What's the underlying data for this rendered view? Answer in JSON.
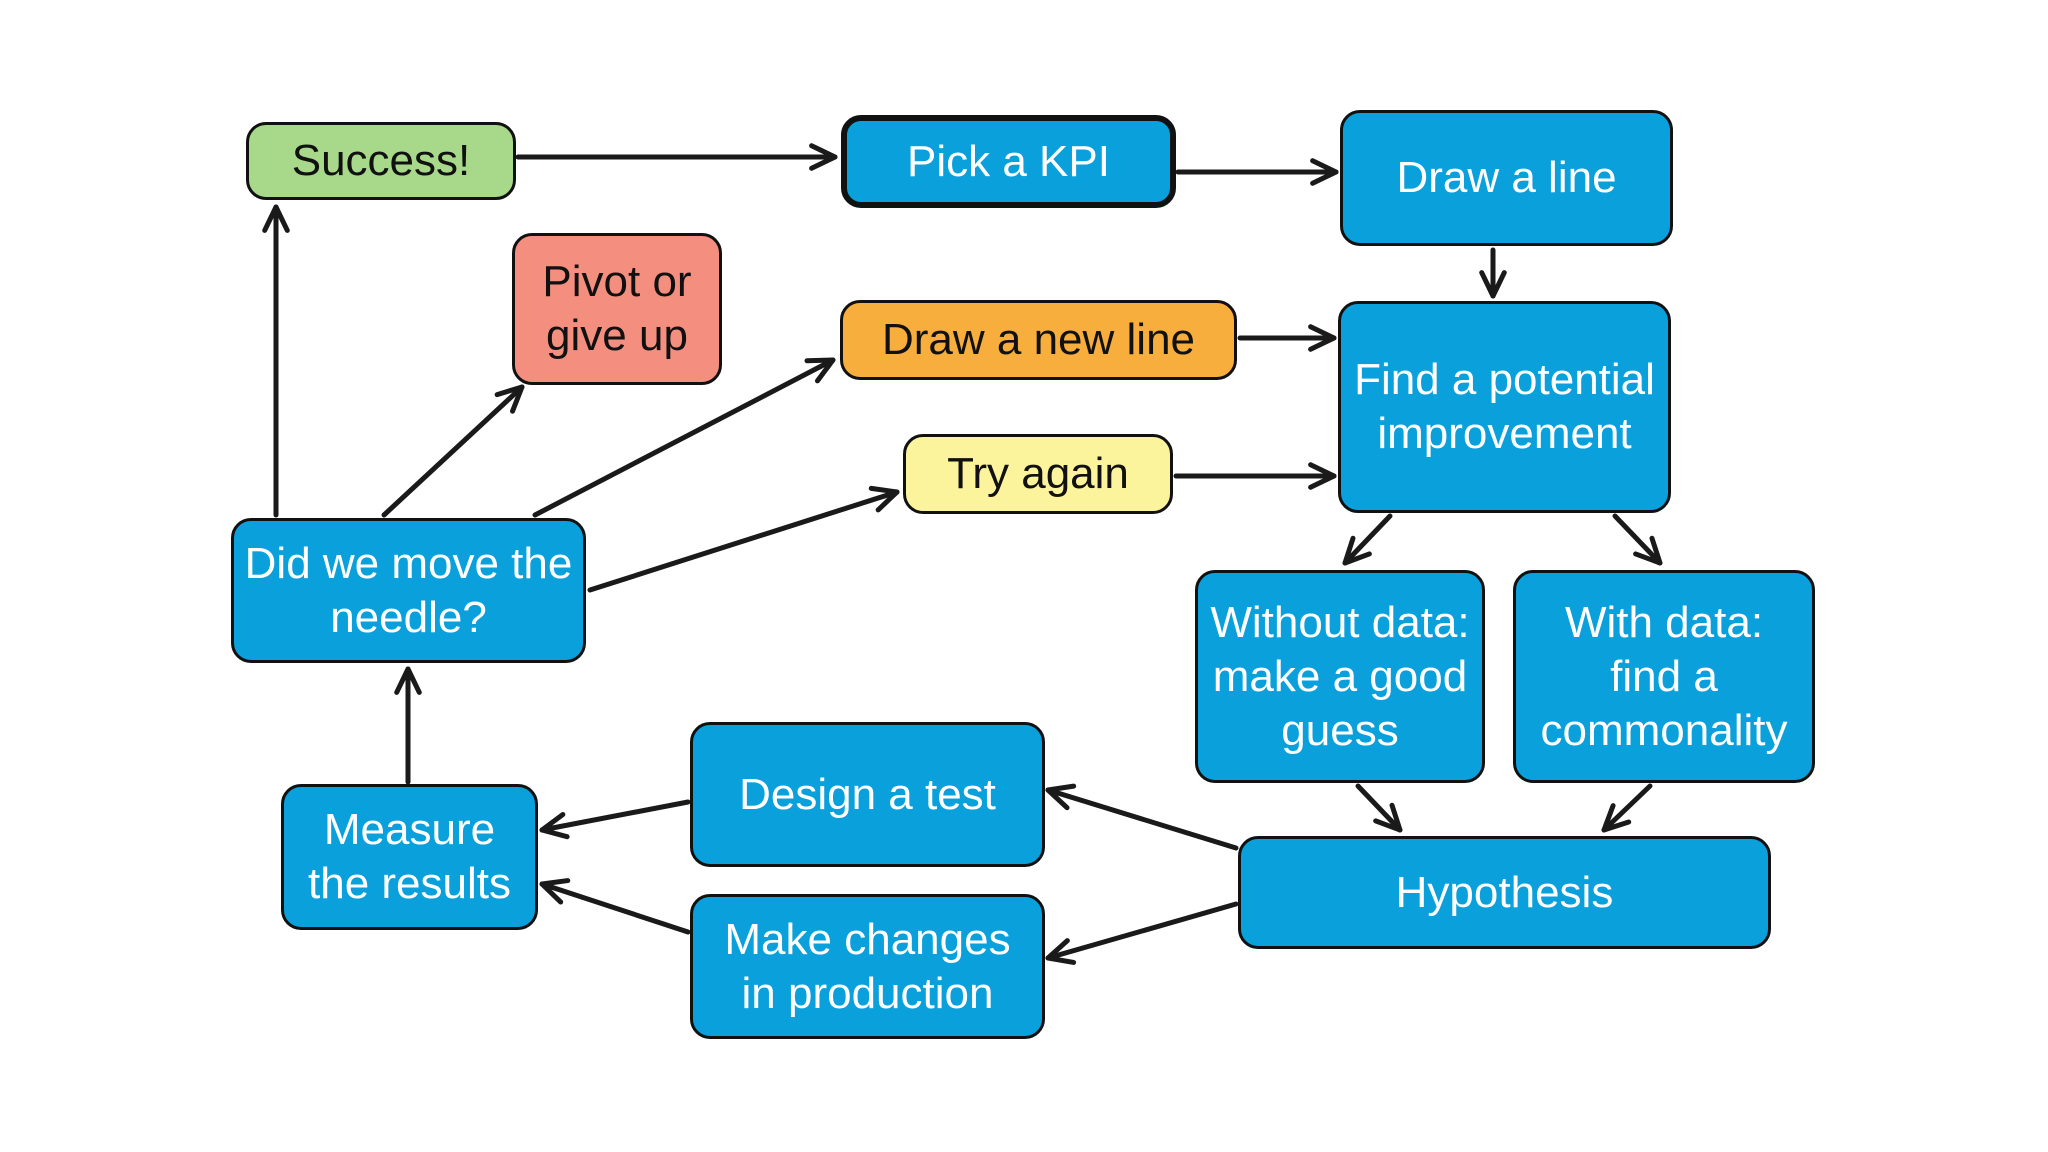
{
  "nodes": {
    "success": {
      "label": "Success!",
      "color": "#a8d98a"
    },
    "pick_kpi": {
      "label": "Pick a KPI",
      "color": "#0aa0dc"
    },
    "draw_line": {
      "label": "Draw a line",
      "color": "#0aa0dc"
    },
    "pivot": {
      "label": "Pivot or\ngive up",
      "color": "#f48f80"
    },
    "draw_new_line": {
      "label": "Draw a new line",
      "color": "#f8ae3c"
    },
    "try_again": {
      "label": "Try again",
      "color": "#fbf49c"
    },
    "find_improvement": {
      "label": "Find a potential\nimprovement",
      "color": "#0aa0dc"
    },
    "moved_needle": {
      "label": "Did we move the\nneedle?",
      "color": "#0aa0dc"
    },
    "without_data": {
      "label": "Without data:\nmake a good\nguess",
      "color": "#0aa0dc"
    },
    "with_data": {
      "label": "With data:\nfind a\ncommonality",
      "color": "#0aa0dc"
    },
    "design_test": {
      "label": "Design a test",
      "color": "#0aa0dc"
    },
    "measure": {
      "label": "Measure\nthe results",
      "color": "#0aa0dc"
    },
    "hypothesis": {
      "label": "Hypothesis",
      "color": "#0aa0dc"
    },
    "make_changes": {
      "label": "Make changes\nin production",
      "color": "#0aa0dc"
    }
  },
  "edges": [
    {
      "from": "success",
      "to": "pick_kpi"
    },
    {
      "from": "pick_kpi",
      "to": "draw_line"
    },
    {
      "from": "draw_line",
      "to": "find_improvement"
    },
    {
      "from": "draw_new_line",
      "to": "find_improvement"
    },
    {
      "from": "try_again",
      "to": "find_improvement"
    },
    {
      "from": "find_improvement",
      "to": "without_data"
    },
    {
      "from": "find_improvement",
      "to": "with_data"
    },
    {
      "from": "without_data",
      "to": "hypothesis"
    },
    {
      "from": "with_data",
      "to": "hypothesis"
    },
    {
      "from": "hypothesis",
      "to": "design_test"
    },
    {
      "from": "hypothesis",
      "to": "make_changes"
    },
    {
      "from": "design_test",
      "to": "measure"
    },
    {
      "from": "make_changes",
      "to": "measure"
    },
    {
      "from": "measure",
      "to": "moved_needle"
    },
    {
      "from": "moved_needle",
      "to": "success"
    },
    {
      "from": "moved_needle",
      "to": "pivot"
    },
    {
      "from": "moved_needle",
      "to": "draw_new_line"
    },
    {
      "from": "moved_needle",
      "to": "try_again"
    }
  ]
}
